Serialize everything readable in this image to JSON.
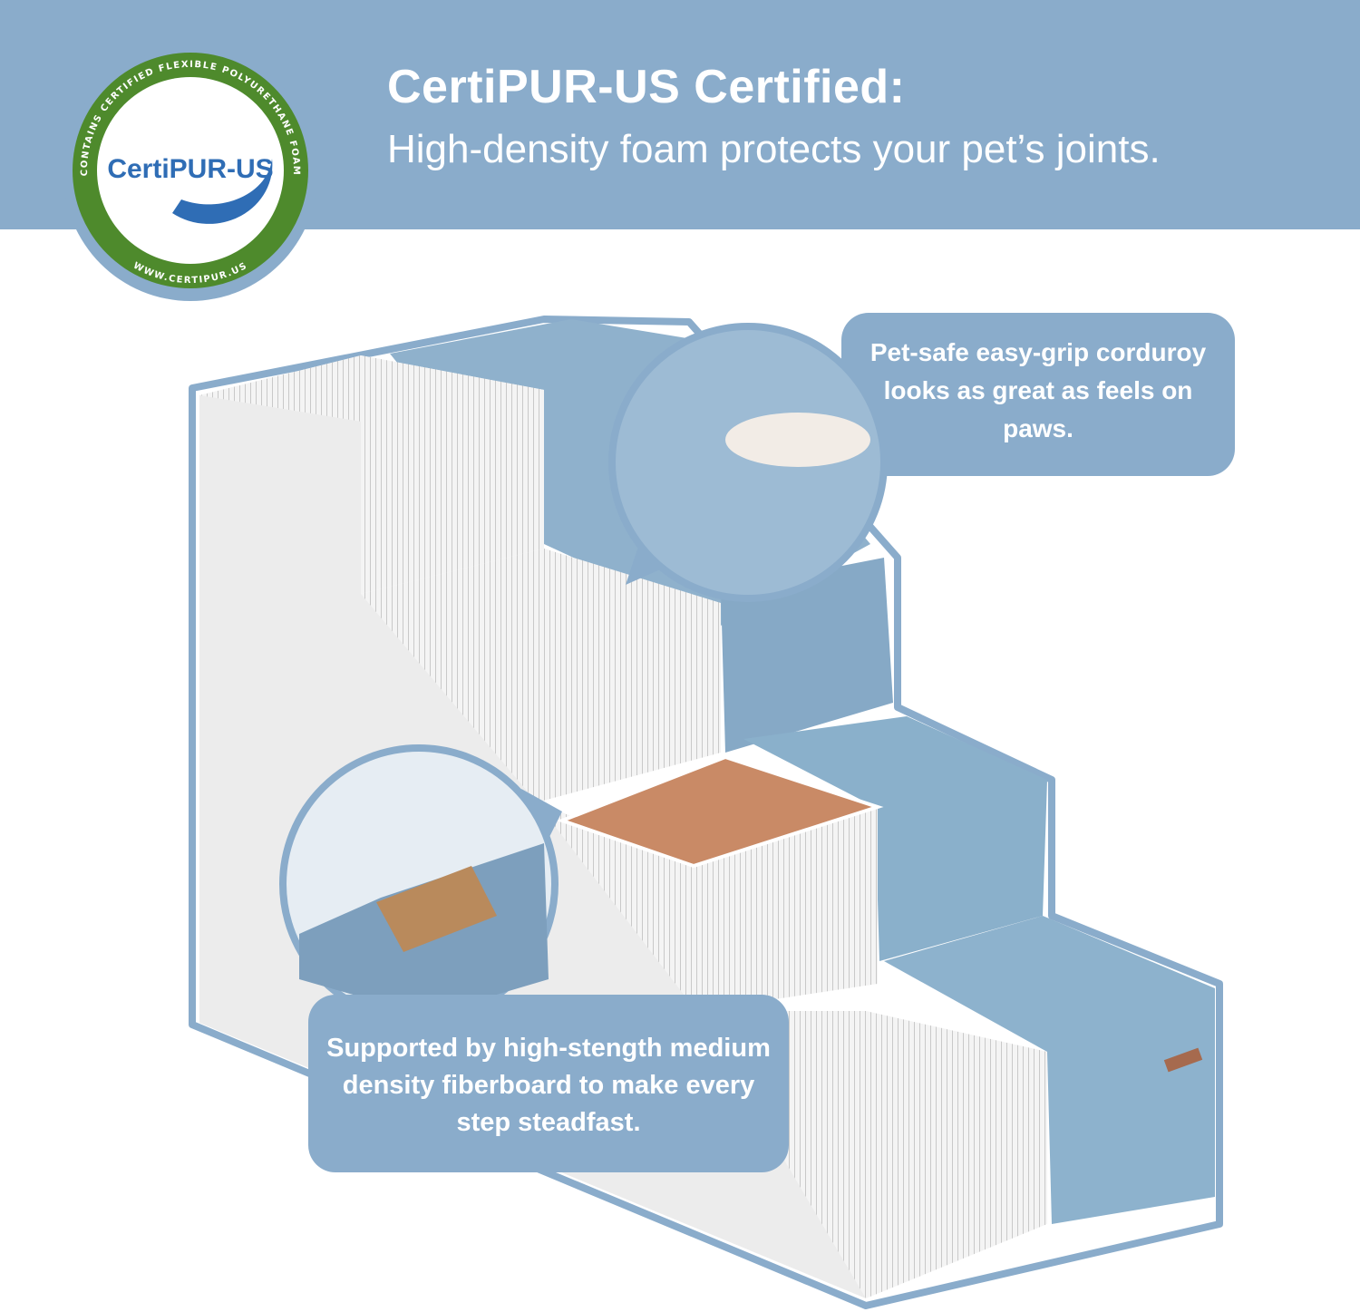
{
  "header": {
    "title": "CertiPUR-US Certified:",
    "subtitle": "High-density foam protects your pet’s joints."
  },
  "badge": {
    "logo_text": "CertiPUR-US",
    "ring_top": "CONTAINS CERTIFIED FLEXIBLE POLYURETHANE FOAM",
    "ring_bottom": "WWW.CERTIPUR.US"
  },
  "callouts": {
    "carpet": "Pet-safe easy-grip corduroy looks as great as feels on paws.",
    "fiberboard": "Supported by high-stength medium density fiberboard to make every step steadfast."
  },
  "colors": {
    "banner": "#8aaccb",
    "carpet": "#8fb1cc",
    "badge_green": "#4e8a2c",
    "logo_blue": "#2f6db5",
    "board": "#c98a66"
  }
}
